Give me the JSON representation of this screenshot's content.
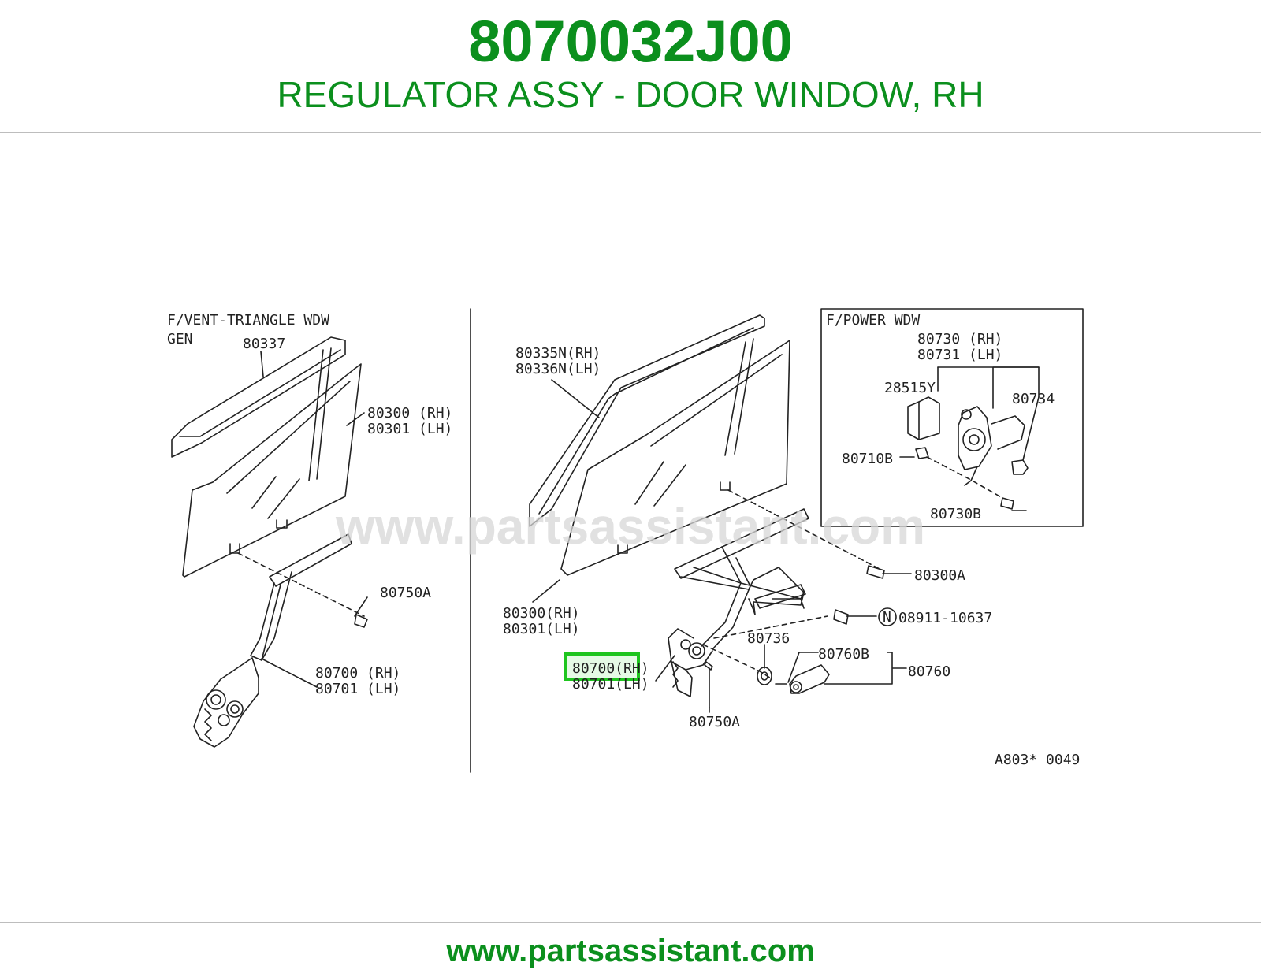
{
  "header": {
    "part_number": "8070032J00",
    "description": "REGULATOR ASSY - DOOR WINDOW, RH"
  },
  "diagram": {
    "watermark": "www.partsassistant.com",
    "labels": {
      "vent_title": "F/VENT-TRIANGLE WDW",
      "vent_gen": "GEN",
      "l_80337": "80337",
      "l_80300rh": "80300 (RH)",
      "l_80301lh": "80301 (LH)",
      "l_80750a": "80750A",
      "l_80700rh": "80700 (RH)",
      "l_80701lh": "80701 (LH)",
      "m_80335n": "80335N(RH)",
      "m_80336n": "80336N(LH)",
      "m_80300rh": "80300(RH)",
      "m_80301lh": "80301(LH)",
      "m_80700rh": "80700(RH)",
      "m_80701lh": "80701(LH)",
      "m_80750a": "80750A",
      "m_80736": "80736",
      "m_80760b": "80760B",
      "m_80760": "80760",
      "m_80300a": "80300A",
      "m_n_mark": "N",
      "m_08911": "08911-10637",
      "power_title": "F/POWER WDW",
      "p_80730rh": "80730 (RH)",
      "p_80731lh": "80731 (LH)",
      "p_28515y": "28515Y",
      "p_80734": "80734",
      "p_80710b": "80710B",
      "p_80730b": "80730B",
      "ref_code": "A803* 0049"
    },
    "highlight_color": "#1ec51e"
  },
  "footer": {
    "url": "www.partsassistant.com"
  },
  "colors": {
    "brand": "#0b8f1d",
    "line": "#222222",
    "rule": "#bdbdbd"
  }
}
